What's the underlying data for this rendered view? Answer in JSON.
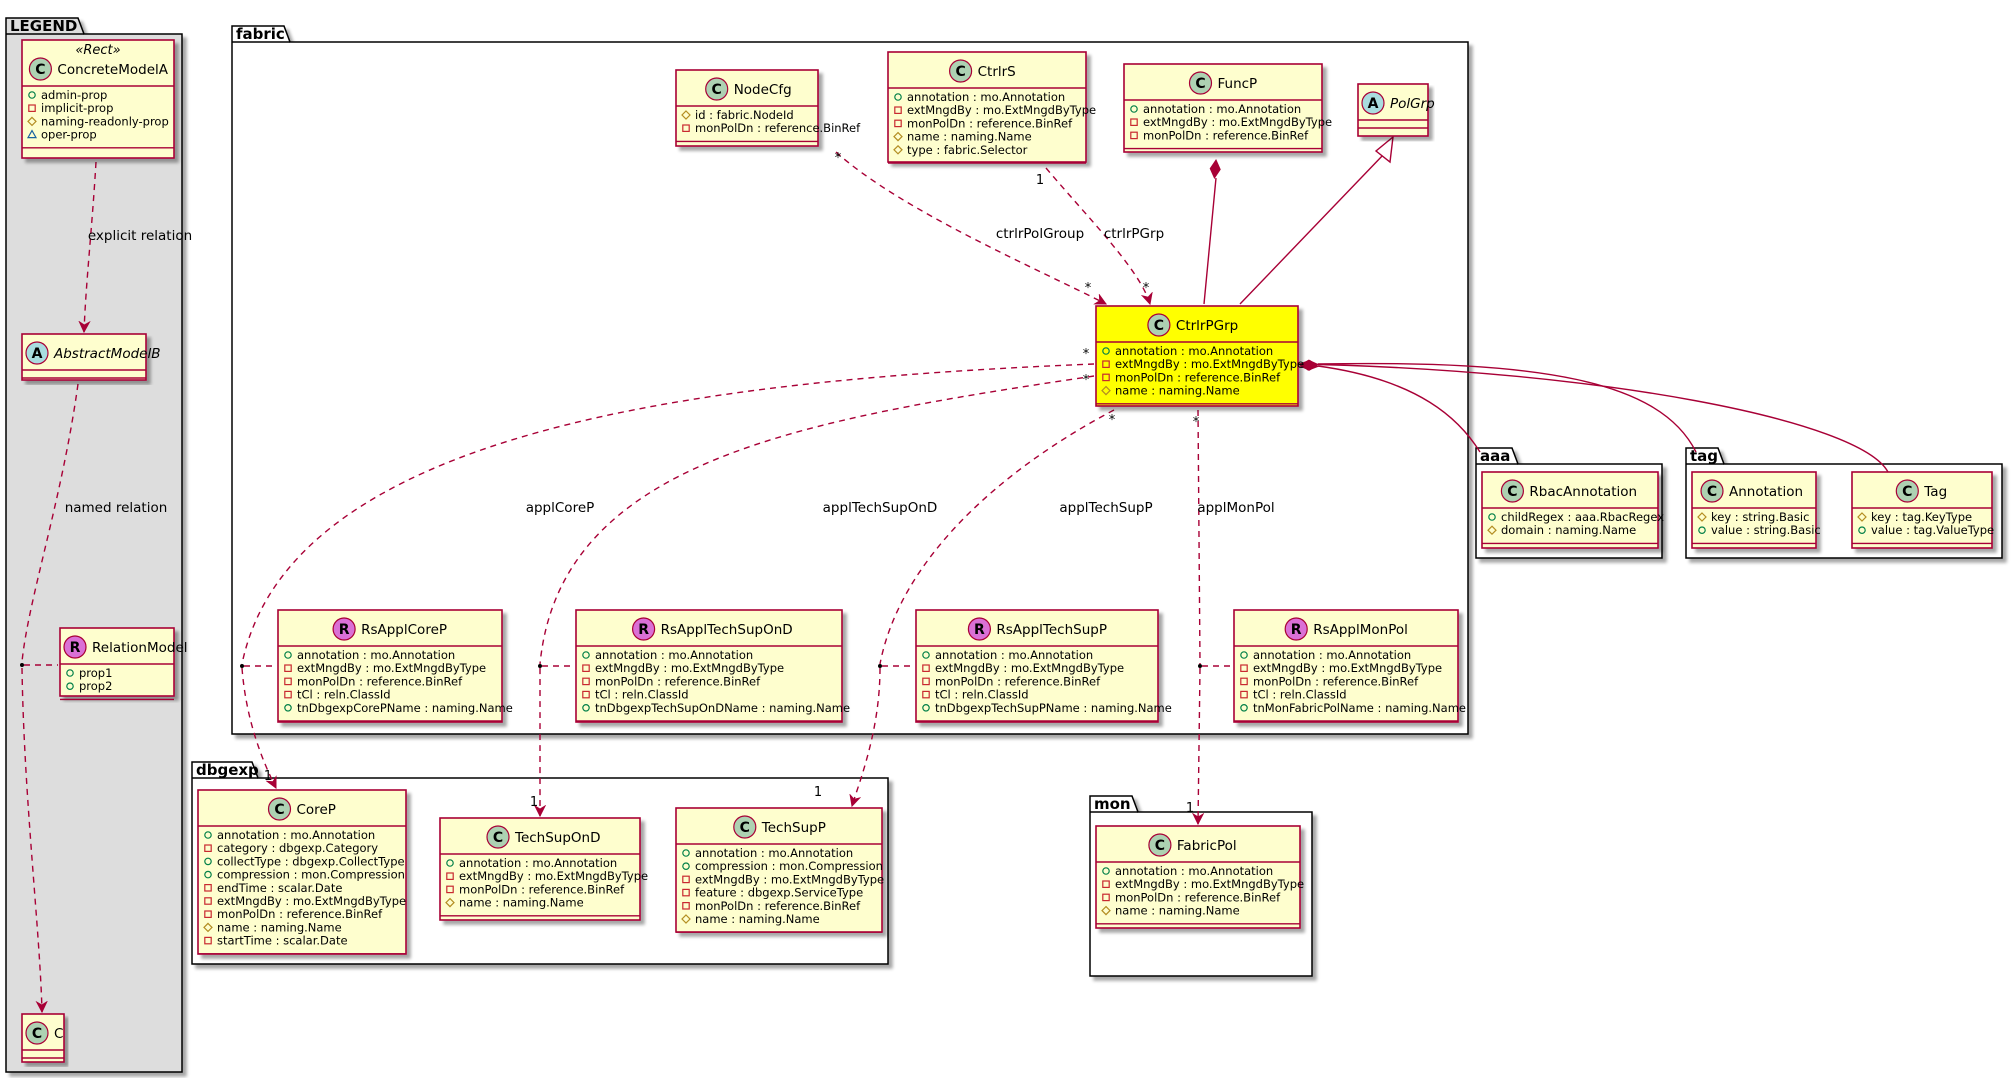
{
  "packages": [
    {
      "id": "legend",
      "name": "LEGEND"
    },
    {
      "id": "fabric",
      "name": "fabric"
    },
    {
      "id": "dbgexp",
      "name": "dbgexp"
    },
    {
      "id": "mon",
      "name": "mon"
    },
    {
      "id": "aaa",
      "name": "aaa"
    },
    {
      "id": "tag",
      "name": "tag"
    }
  ],
  "classes": [
    {
      "id": "ConcreteModelA",
      "kind": "C",
      "stereotype": "«Rect»",
      "name": "ConcreteModelA",
      "attrs": [
        {
          "vis": "+",
          "text": "admin-prop"
        },
        {
          "vis": "-",
          "text": "implicit-prop"
        },
        {
          "vis": "#",
          "text": "naming-readonly-prop"
        },
        {
          "vis": "~",
          "text": "oper-prop"
        }
      ]
    },
    {
      "id": "AbstractModelB",
      "kind": "A",
      "name": "AbstractModelB",
      "attrs": []
    },
    {
      "id": "RelationModel",
      "kind": "R",
      "name": "RelationModel",
      "attrs": [
        {
          "vis": "+",
          "text": "prop1"
        },
        {
          "vis": "+",
          "text": "prop2"
        }
      ]
    },
    {
      "id": "C",
      "kind": "C",
      "name": "C",
      "attrs": []
    },
    {
      "id": "NodeCfg",
      "kind": "C",
      "name": "NodeCfg",
      "attrs": [
        {
          "vis": "#",
          "text": "id : fabric.NodeId"
        },
        {
          "vis": "-",
          "text": "monPolDn : reference.BinRef"
        }
      ]
    },
    {
      "id": "CtrlrS",
      "kind": "C",
      "name": "CtrlrS",
      "attrs": [
        {
          "vis": "+",
          "text": "annotation : mo.Annotation"
        },
        {
          "vis": "-",
          "text": "extMngdBy : mo.ExtMngdByType"
        },
        {
          "vis": "-",
          "text": "monPolDn : reference.BinRef"
        },
        {
          "vis": "#",
          "text": "name : naming.Name"
        },
        {
          "vis": "#",
          "text": "type : fabric.Selector"
        }
      ]
    },
    {
      "id": "FuncP",
      "kind": "C",
      "name": "FuncP",
      "attrs": [
        {
          "vis": "+",
          "text": "annotation : mo.Annotation"
        },
        {
          "vis": "-",
          "text": "extMngdBy : mo.ExtMngdByType"
        },
        {
          "vis": "-",
          "text": "monPolDn : reference.BinRef"
        }
      ]
    },
    {
      "id": "PolGrp",
      "kind": "A",
      "name": "PolGrp",
      "attrs": []
    },
    {
      "id": "CtrlrPGrp",
      "kind": "C",
      "name": "CtrlrPGrp",
      "highlight": true,
      "attrs": [
        {
          "vis": "+",
          "text": "annotation : mo.Annotation"
        },
        {
          "vis": "-",
          "text": "extMngdBy : mo.ExtMngdByType"
        },
        {
          "vis": "-",
          "text": "monPolDn : reference.BinRef"
        },
        {
          "vis": "#",
          "text": "name : naming.Name"
        }
      ]
    },
    {
      "id": "RsApplCoreP",
      "kind": "R",
      "name": "RsApplCoreP",
      "attrs": [
        {
          "vis": "+",
          "text": "annotation : mo.Annotation"
        },
        {
          "vis": "-",
          "text": "extMngdBy : mo.ExtMngdByType"
        },
        {
          "vis": "-",
          "text": "monPolDn : reference.BinRef"
        },
        {
          "vis": "-",
          "text": "tCl : reln.ClassId"
        },
        {
          "vis": "+",
          "text": "tnDbgexpCorePName : naming.Name"
        }
      ]
    },
    {
      "id": "RsApplTechSupOnD",
      "kind": "R",
      "name": "RsApplTechSupOnD",
      "attrs": [
        {
          "vis": "+",
          "text": "annotation : mo.Annotation"
        },
        {
          "vis": "-",
          "text": "extMngdBy : mo.ExtMngdByType"
        },
        {
          "vis": "-",
          "text": "monPolDn : reference.BinRef"
        },
        {
          "vis": "-",
          "text": "tCl : reln.ClassId"
        },
        {
          "vis": "+",
          "text": "tnDbgexpTechSupOnDName : naming.Name"
        }
      ]
    },
    {
      "id": "RsApplTechSupP",
      "kind": "R",
      "name": "RsApplTechSupP",
      "attrs": [
        {
          "vis": "+",
          "text": "annotation : mo.Annotation"
        },
        {
          "vis": "-",
          "text": "extMngdBy : mo.ExtMngdByType"
        },
        {
          "vis": "-",
          "text": "monPolDn : reference.BinRef"
        },
        {
          "vis": "-",
          "text": "tCl : reln.ClassId"
        },
        {
          "vis": "+",
          "text": "tnDbgexpTechSupPName : naming.Name"
        }
      ]
    },
    {
      "id": "RsApplMonPol",
      "kind": "R",
      "name": "RsApplMonPol",
      "attrs": [
        {
          "vis": "+",
          "text": "annotation : mo.Annotation"
        },
        {
          "vis": "-",
          "text": "extMngdBy : mo.ExtMngdByType"
        },
        {
          "vis": "-",
          "text": "monPolDn : reference.BinRef"
        },
        {
          "vis": "-",
          "text": "tCl : reln.ClassId"
        },
        {
          "vis": "+",
          "text": "tnMonFabricPolName : naming.Name"
        }
      ]
    },
    {
      "id": "CoreP",
      "kind": "C",
      "name": "CoreP",
      "attrs": [
        {
          "vis": "+",
          "text": "annotation : mo.Annotation"
        },
        {
          "vis": "-",
          "text": "category : dbgexp.Category"
        },
        {
          "vis": "+",
          "text": "collectType : dbgexp.CollectType"
        },
        {
          "vis": "+",
          "text": "compression : mon.Compression"
        },
        {
          "vis": "-",
          "text": "endTime : scalar.Date"
        },
        {
          "vis": "-",
          "text": "extMngdBy : mo.ExtMngdByType"
        },
        {
          "vis": "-",
          "text": "monPolDn : reference.BinRef"
        },
        {
          "vis": "#",
          "text": "name : naming.Name"
        },
        {
          "vis": "-",
          "text": "startTime : scalar.Date"
        }
      ]
    },
    {
      "id": "TechSupOnD",
      "kind": "C",
      "name": "TechSupOnD",
      "attrs": [
        {
          "vis": "+",
          "text": "annotation : mo.Annotation"
        },
        {
          "vis": "-",
          "text": "extMngdBy : mo.ExtMngdByType"
        },
        {
          "vis": "-",
          "text": "monPolDn : reference.BinRef"
        },
        {
          "vis": "#",
          "text": "name : naming.Name"
        }
      ]
    },
    {
      "id": "TechSupP",
      "kind": "C",
      "name": "TechSupP",
      "attrs": [
        {
          "vis": "+",
          "text": "annotation : mo.Annotation"
        },
        {
          "vis": "+",
          "text": "compression : mon.Compression"
        },
        {
          "vis": "-",
          "text": "extMngdBy : mo.ExtMngdByType"
        },
        {
          "vis": "-",
          "text": "feature : dbgexp.ServiceType"
        },
        {
          "vis": "-",
          "text": "monPolDn : reference.BinRef"
        },
        {
          "vis": "#",
          "text": "name : naming.Name"
        }
      ]
    },
    {
      "id": "FabricPol",
      "kind": "C",
      "name": "FabricPol",
      "attrs": [
        {
          "vis": "+",
          "text": "annotation : mo.Annotation"
        },
        {
          "vis": "-",
          "text": "extMngdBy : mo.ExtMngdByType"
        },
        {
          "vis": "-",
          "text": "monPolDn : reference.BinRef"
        },
        {
          "vis": "#",
          "text": "name : naming.Name"
        }
      ]
    },
    {
      "id": "RbacAnnotation",
      "kind": "C",
      "name": "RbacAnnotation",
      "attrs": [
        {
          "vis": "+",
          "text": "childRegex : aaa.RbacRegex"
        },
        {
          "vis": "#",
          "text": "domain : naming.Name"
        }
      ]
    },
    {
      "id": "Annotation",
      "kind": "C",
      "name": "Annotation",
      "attrs": [
        {
          "vis": "#",
          "text": "key : string.Basic"
        },
        {
          "vis": "+",
          "text": "value : string.Basic"
        }
      ]
    },
    {
      "id": "Tag",
      "kind": "C",
      "name": "Tag",
      "attrs": [
        {
          "vis": "#",
          "text": "key : tag.KeyType"
        },
        {
          "vis": "+",
          "text": "value : tag.ValueType"
        }
      ]
    }
  ],
  "relations": [
    {
      "id": "explicit",
      "label": "explicit relation"
    },
    {
      "id": "named",
      "label": "named relation"
    },
    {
      "id": "ctrlrPolGroup",
      "label": "ctrlrPolGroup",
      "src_mult": "*",
      "dst_mult": "*"
    },
    {
      "id": "ctrlrPGrp",
      "label": "ctrlrPGrp",
      "src_mult": "1",
      "dst_mult": "*"
    },
    {
      "id": "applCoreP",
      "label": "applCoreP",
      "src_mult": "*",
      "dst_mult": "1"
    },
    {
      "id": "applTechSupOnD",
      "label": "applTechSupOnD",
      "src_mult": "*",
      "dst_mult": "1"
    },
    {
      "id": "applTechSupP",
      "label": "applTechSupP",
      "src_mult": "*",
      "dst_mult": "1"
    },
    {
      "id": "applMonPol",
      "label": "applMonPol",
      "src_mult": "*",
      "dst_mult": "1"
    }
  ],
  "colors": {
    "class_fill": "#FEFECE",
    "class_border": "#A80036",
    "highlight_fill": "#FFFF00",
    "package_legend_fill": "#DDDDDD",
    "package_fill": "#FFFFFF",
    "circle_C": "#ADD1B2",
    "circle_A": "#A9DCDF",
    "circle_R": "#DA70D6",
    "line": "#A80036"
  }
}
